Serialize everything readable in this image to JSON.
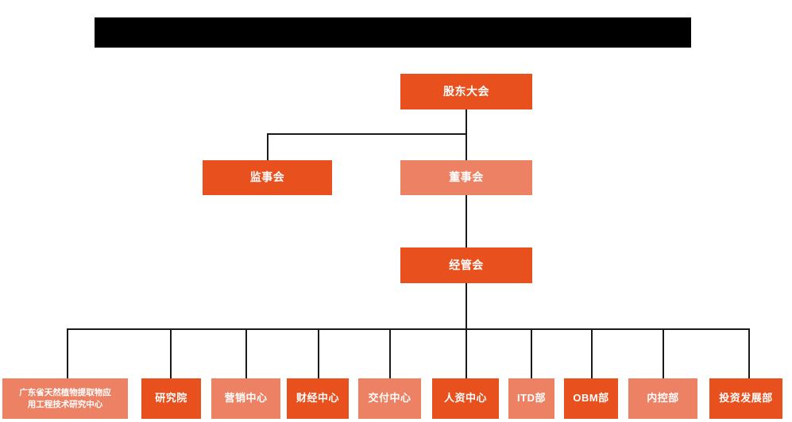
{
  "chart_data": {
    "type": "diagram",
    "title": "",
    "diagram_kind": "organization-chart",
    "orientation": "top-down",
    "colors": {
      "accent_dark": "#E8501E",
      "accent_light": "#ED8164",
      "connector": "#1a1a1a",
      "background": "#ffffff",
      "redaction": "#000000",
      "node_text": "#ffffff"
    },
    "levels": [
      {
        "level": 1,
        "nodes": [
          "shareholders-meeting"
        ]
      },
      {
        "level": 2,
        "nodes": [
          "board-of-supervisors",
          "board-of-directors"
        ]
      },
      {
        "level": 3,
        "nodes": [
          "management-committee"
        ]
      },
      {
        "level": 4,
        "nodes": [
          "guangdong-research-center",
          "research-institute",
          "marketing-center",
          "finance-center",
          "delivery-center",
          "hr-center",
          "itd-dept",
          "obm-dept",
          "internal-control-dept",
          "investment-development-dept"
        ]
      }
    ],
    "edges": [
      {
        "from": "shareholders-meeting",
        "to": "board-of-supervisors"
      },
      {
        "from": "shareholders-meeting",
        "to": "board-of-directors"
      },
      {
        "from": "board-of-directors",
        "to": "management-committee"
      },
      {
        "from": "management-committee",
        "to": "guangdong-research-center"
      },
      {
        "from": "management-committee",
        "to": "research-institute"
      },
      {
        "from": "management-committee",
        "to": "marketing-center"
      },
      {
        "from": "management-committee",
        "to": "finance-center"
      },
      {
        "from": "management-committee",
        "to": "delivery-center"
      },
      {
        "from": "management-committee",
        "to": "hr-center"
      },
      {
        "from": "management-committee",
        "to": "itd-dept"
      },
      {
        "from": "management-committee",
        "to": "obm-dept"
      },
      {
        "from": "management-committee",
        "to": "internal-control-dept"
      },
      {
        "from": "management-committee",
        "to": "investment-development-dept"
      }
    ]
  },
  "banner": {
    "redacted": true,
    "text": ""
  },
  "nodes": {
    "shareholders_meeting": {
      "label": "股东大会",
      "shade": "dark"
    },
    "board_of_supervisors": {
      "label": "监事会",
      "shade": "dark"
    },
    "board_of_directors": {
      "label": "董事会",
      "shade": "light"
    },
    "management_committee": {
      "label": "经管会",
      "shade": "dark"
    }
  },
  "departments": [
    {
      "label": "广东省天然植物提取物应用工程技术研究中心",
      "line1": "广东省天然植物提取物应",
      "line2": "用工程技术研究中心",
      "shade": "light"
    },
    {
      "label": "研究院",
      "shade": "dark"
    },
    {
      "label": "营销中心",
      "shade": "light"
    },
    {
      "label": "财经中心",
      "shade": "dark"
    },
    {
      "label": "交付中心",
      "shade": "light"
    },
    {
      "label": "人资中心",
      "shade": "dark"
    },
    {
      "label": "ITD部",
      "shade": "light"
    },
    {
      "label": "OBM部",
      "shade": "dark"
    },
    {
      "label": "内控部",
      "shade": "light"
    },
    {
      "label": "投资发展部",
      "shade": "dark"
    }
  ]
}
